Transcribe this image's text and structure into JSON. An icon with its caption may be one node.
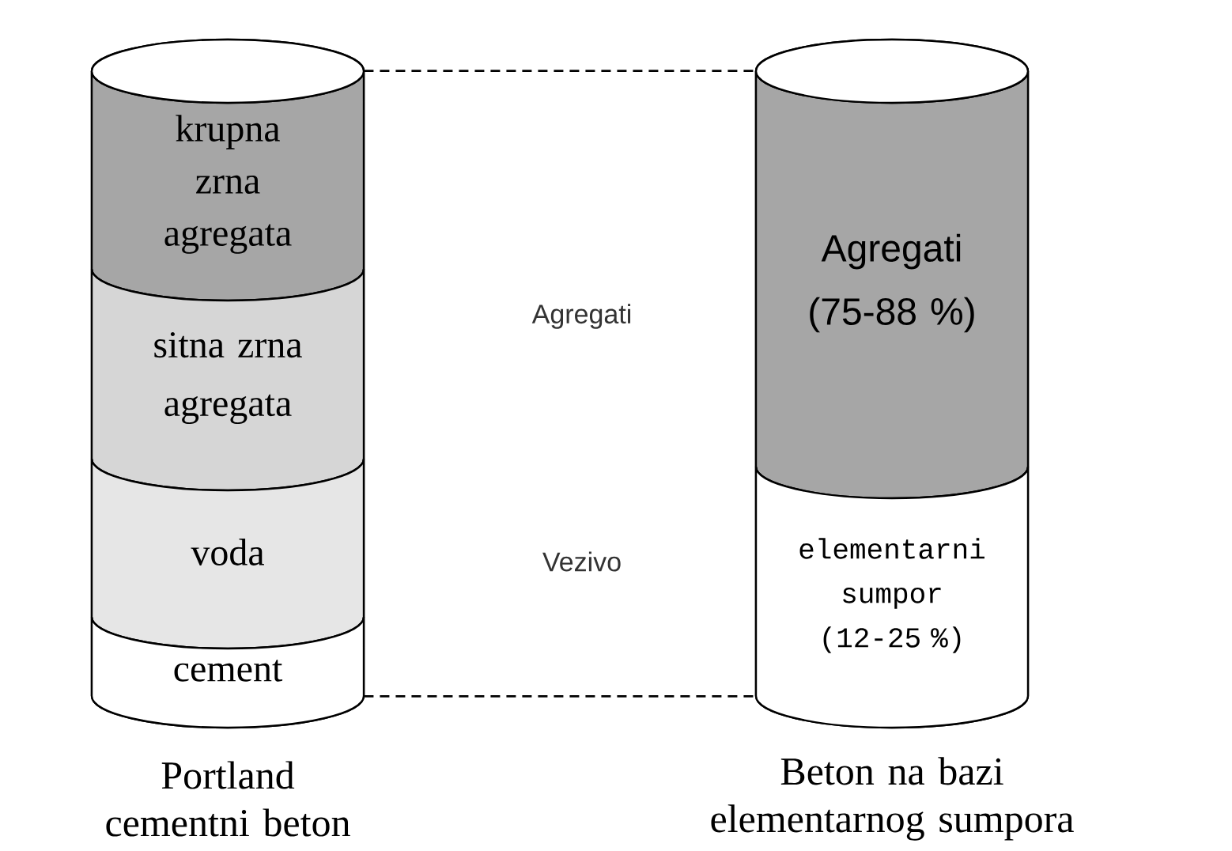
{
  "diagram": {
    "nodes": [
      {
        "text": [
          "Portland cementni beton"
        ]
      },
      {
        "text": [
          "krupna zrna agregata"
        ],
        "in": 0
      },
      {
        "text": [
          "sitna zrna agregata"
        ],
        "in": 0
      },
      {
        "text": [
          "voda"
        ],
        "in": 0
      },
      {
        "text": [
          "cement"
        ],
        "in": 0
      },
      {
        "text": [
          "Beton na bazi elementarnog sumpora"
        ]
      },
      {
        "text": [
          "Agregati (75-88 %)"
        ],
        "in": 5
      },
      {
        "text": [
          "elementarni sumpor (12-25 %)"
        ],
        "in": 5
      }
    ],
    "edges": [
      {
        "from": 0,
        "to": 5,
        "arrow": "none",
        "style": "dashed"
      },
      {
        "from": 0,
        "to": 5,
        "arrow": "none",
        "style": "dashed"
      }
    ],
    "labels": [
      "Agregati",
      "Vezivo"
    ]
  }
}
